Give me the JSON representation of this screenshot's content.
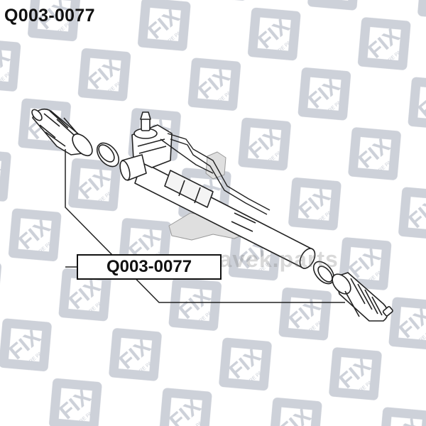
{
  "header": {
    "part_number": "Q003-0077"
  },
  "callout": {
    "part_number": "Q003-0077"
  },
  "watermark": {
    "brand": "FIX",
    "tagline": "SPARE PARTS",
    "site": "ravek.parts",
    "color": "#c5c9d2"
  },
  "diagram": {
    "subject": "steering rack assembly",
    "highlighted_parts": [
      "left steering boot",
      "left boot clamp",
      "right steering boot",
      "right boot clamp"
    ],
    "line_color": "#222222"
  }
}
